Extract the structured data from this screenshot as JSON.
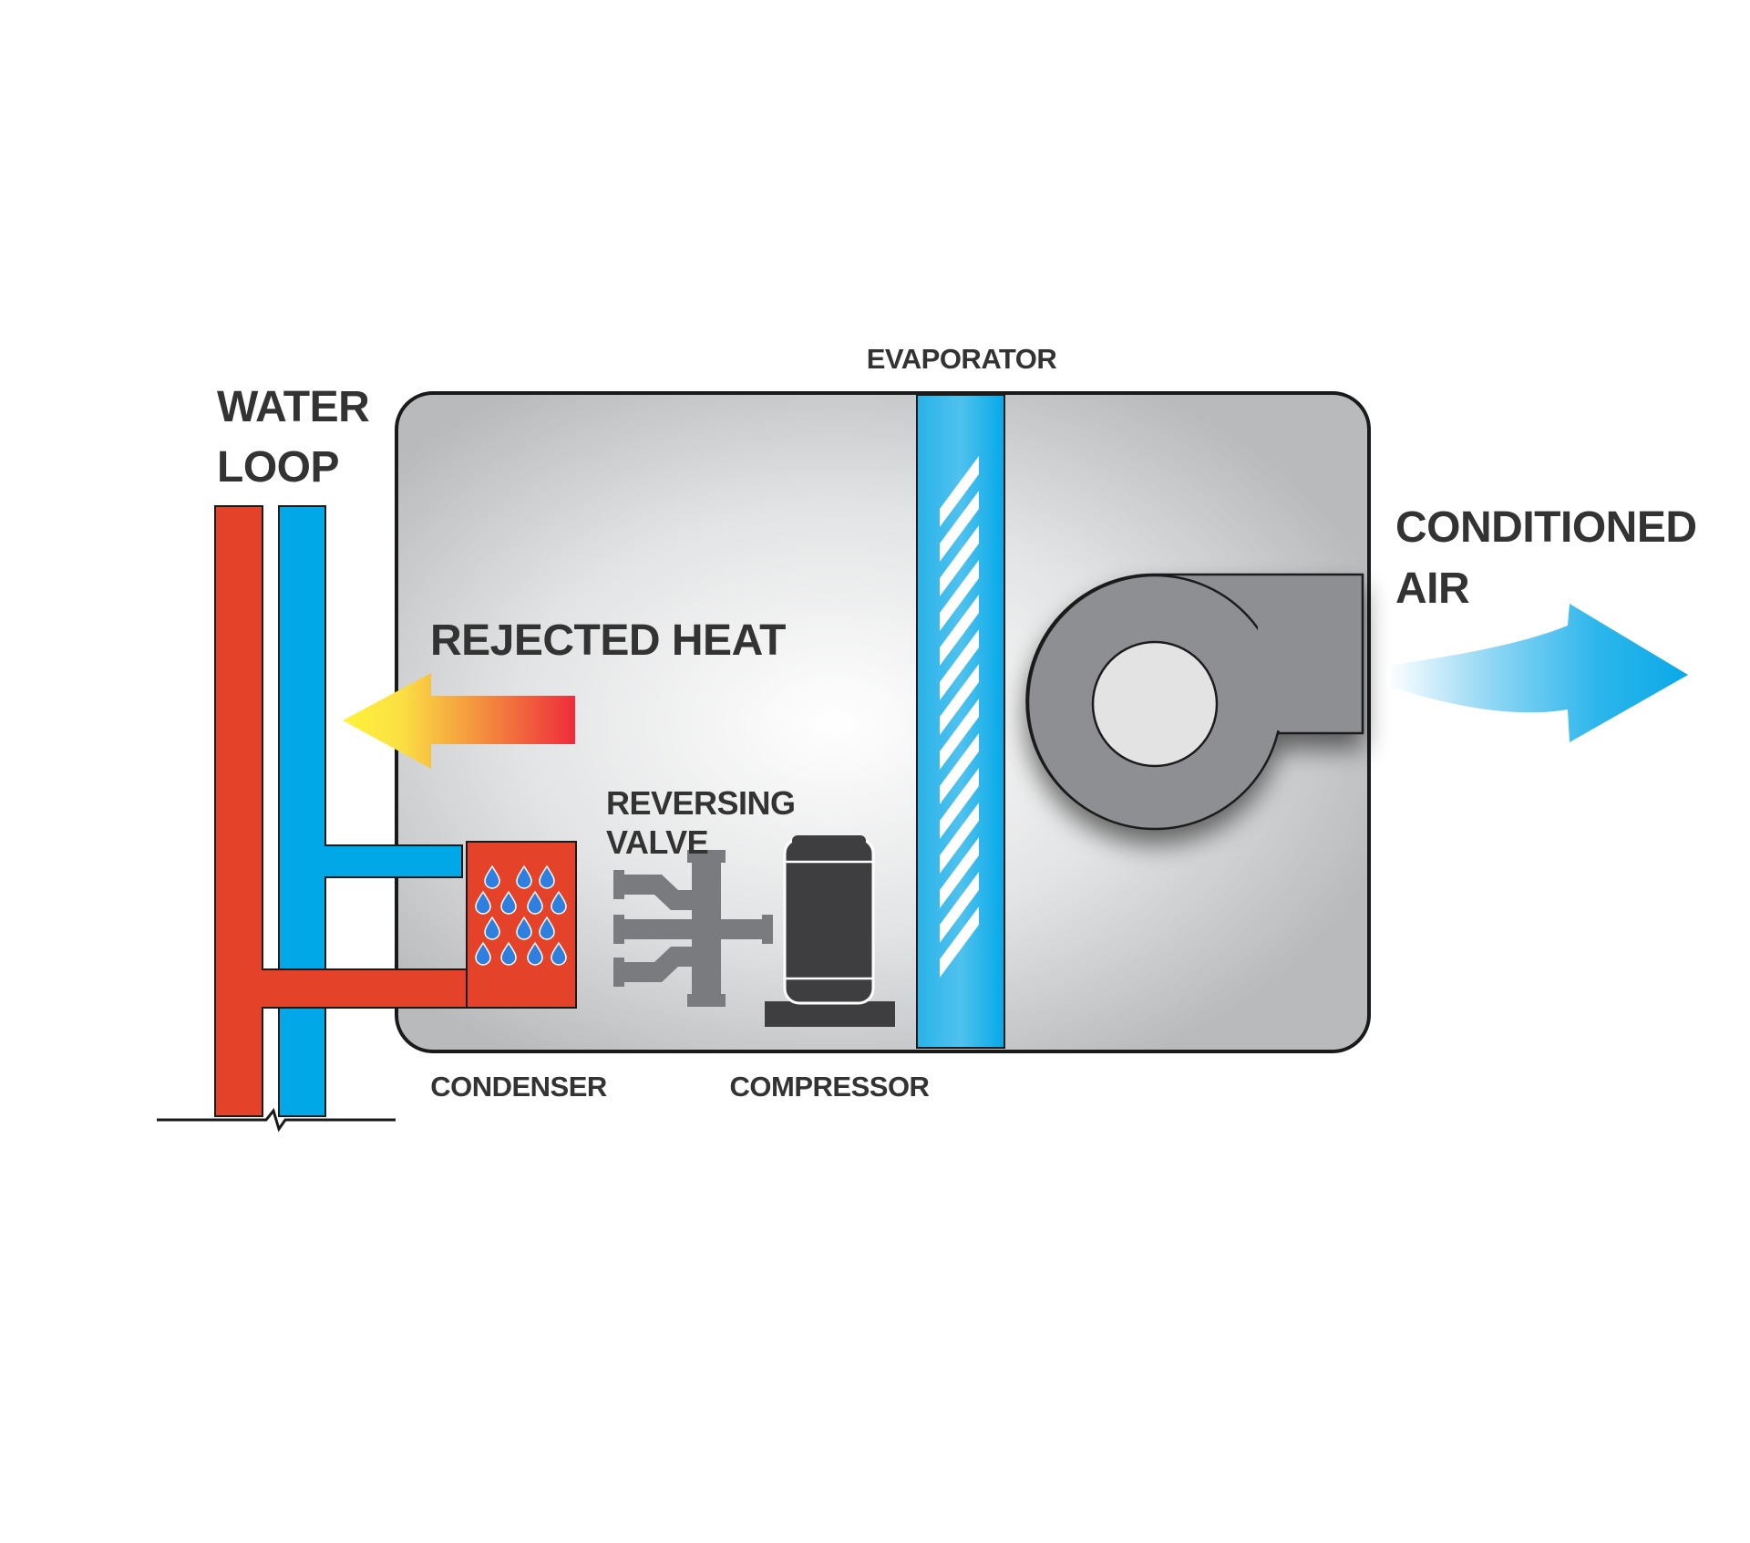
{
  "labels": {
    "water_loop_line1": "WATER",
    "water_loop_line2": "LOOP",
    "evaporator": "EVAPORATOR",
    "rejected_heat": "REJECTED HEAT",
    "reversing_valve_line1": "REVERSING",
    "reversing_valve_line2": "VALVE",
    "condenser": "CONDENSER",
    "compressor": "COMPRESSOR",
    "conditioned_air_line1": "CONDITIONED",
    "conditioned_air_line2": "AIR"
  },
  "icons": [
    "water-loop-pipes",
    "condenser-box",
    "water-droplets",
    "reversing-valve",
    "compressor",
    "evaporator-coil",
    "blower-fan",
    "rejected-heat-arrow",
    "conditioned-air-arrow"
  ],
  "colors": {
    "hot_water": "#e4432a",
    "cold_water": "#00a8e8",
    "cabinet_edge": "#b4b5b7",
    "cabinet_center": "#ffffff",
    "outline": "#1a1a1a",
    "text": "#333333",
    "compressor": "#3e3e40",
    "valve": "#7a7b7e",
    "blower": "#8e8f92",
    "heat_arrow_start": "#fff33a",
    "heat_arrow_end": "#ee2c3c",
    "air_arrow": "#12aeea"
  }
}
